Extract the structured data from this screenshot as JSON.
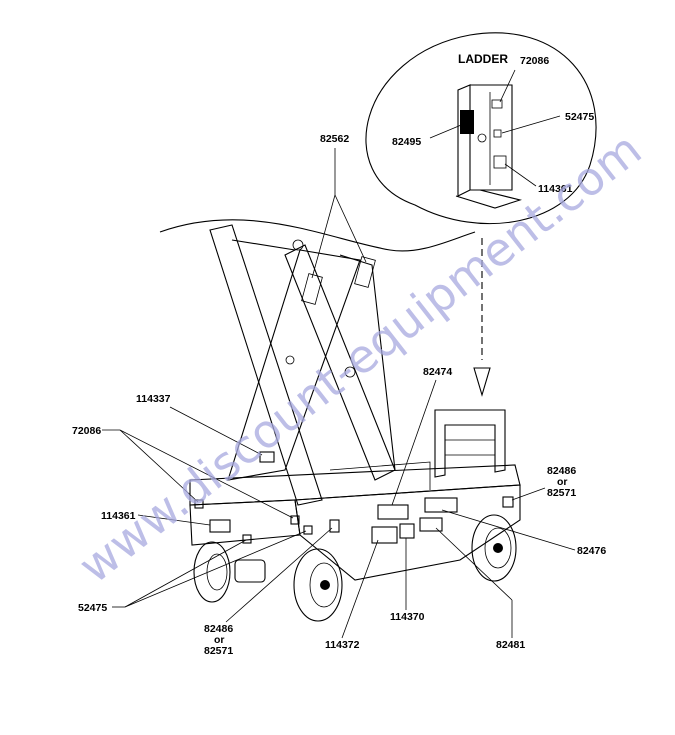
{
  "watermark": "www.discount-equipment.com",
  "inset": {
    "title": "LADDER",
    "labels": [
      "72086",
      "52475",
      "82495",
      "114361"
    ]
  },
  "labels": {
    "l82562": "82562",
    "l82474": "82474",
    "l114337": "114337",
    "l72086": "72086",
    "l114361": "114361",
    "l82486_right_a": "82486",
    "l82486_right_or": "or",
    "l82486_right_b": "82571",
    "l82476": "82476",
    "l52475": "52475",
    "l82486_bottom_a": "82486",
    "l82486_bottom_or": "or",
    "l82486_bottom_b": "82571",
    "l114372": "114372",
    "l114370": "114370",
    "l82481": "82481"
  }
}
